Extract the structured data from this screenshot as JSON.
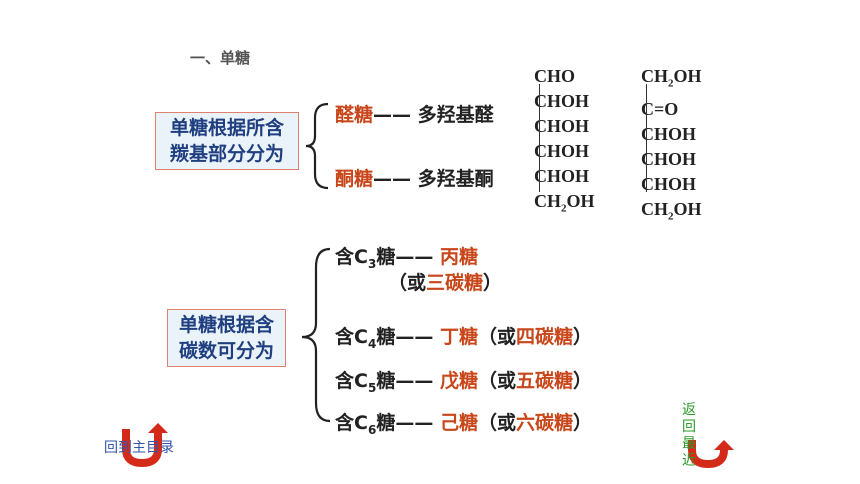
{
  "section_title": "一、单糖",
  "box1": {
    "line1": "单糖根据所含",
    "line2": "羰基部分分为"
  },
  "box2": {
    "line1": "单糖根据含",
    "line2": "碳数可分为"
  },
  "carbonyl_rows": [
    {
      "name": "醛糖",
      "dash": "——",
      "desc": "多羟基醛"
    },
    {
      "name": "酮糖",
      "dash": "——",
      "desc": "多羟基酮"
    }
  ],
  "aldose_formula": [
    "CHO",
    "CHOH",
    "CHOH",
    "CHOH",
    "CHOH",
    "CH2OH"
  ],
  "ketose_formula": [
    "CH2OH",
    "C=O",
    "CHOH",
    "CHOH",
    "CHOH",
    "CH2OH"
  ],
  "carbon_rows": [
    {
      "prefix": "含C",
      "sub": "3",
      "suffix": "糖",
      "dash": "——",
      "name": "丙糖",
      "alt_open": "（或",
      "alt": "三碳糖",
      "alt_close": "）"
    },
    {
      "prefix": "含C",
      "sub": "4",
      "suffix": "糖",
      "dash": "——",
      "name": "丁糖",
      "alt_open": "（或",
      "alt": "四碳糖",
      "alt_close": "）"
    },
    {
      "prefix": "含C",
      "sub": "5",
      "suffix": "糖",
      "dash": "——",
      "name": "戊糖",
      "alt_open": "（或",
      "alt": "五碳糖",
      "alt_close": "）"
    },
    {
      "prefix": "含C",
      "sub": "6",
      "suffix": "糖",
      "dash": "——",
      "name": "己糖",
      "alt_open": "（或",
      "alt": "六碳糖",
      "alt_close": "）"
    }
  ],
  "nav": {
    "back_main": "回到主目录",
    "back_recent": "返回最近"
  },
  "colors": {
    "accent": "#c8461a",
    "box_text": "#1f3f80",
    "box_border": "#e08070"
  }
}
